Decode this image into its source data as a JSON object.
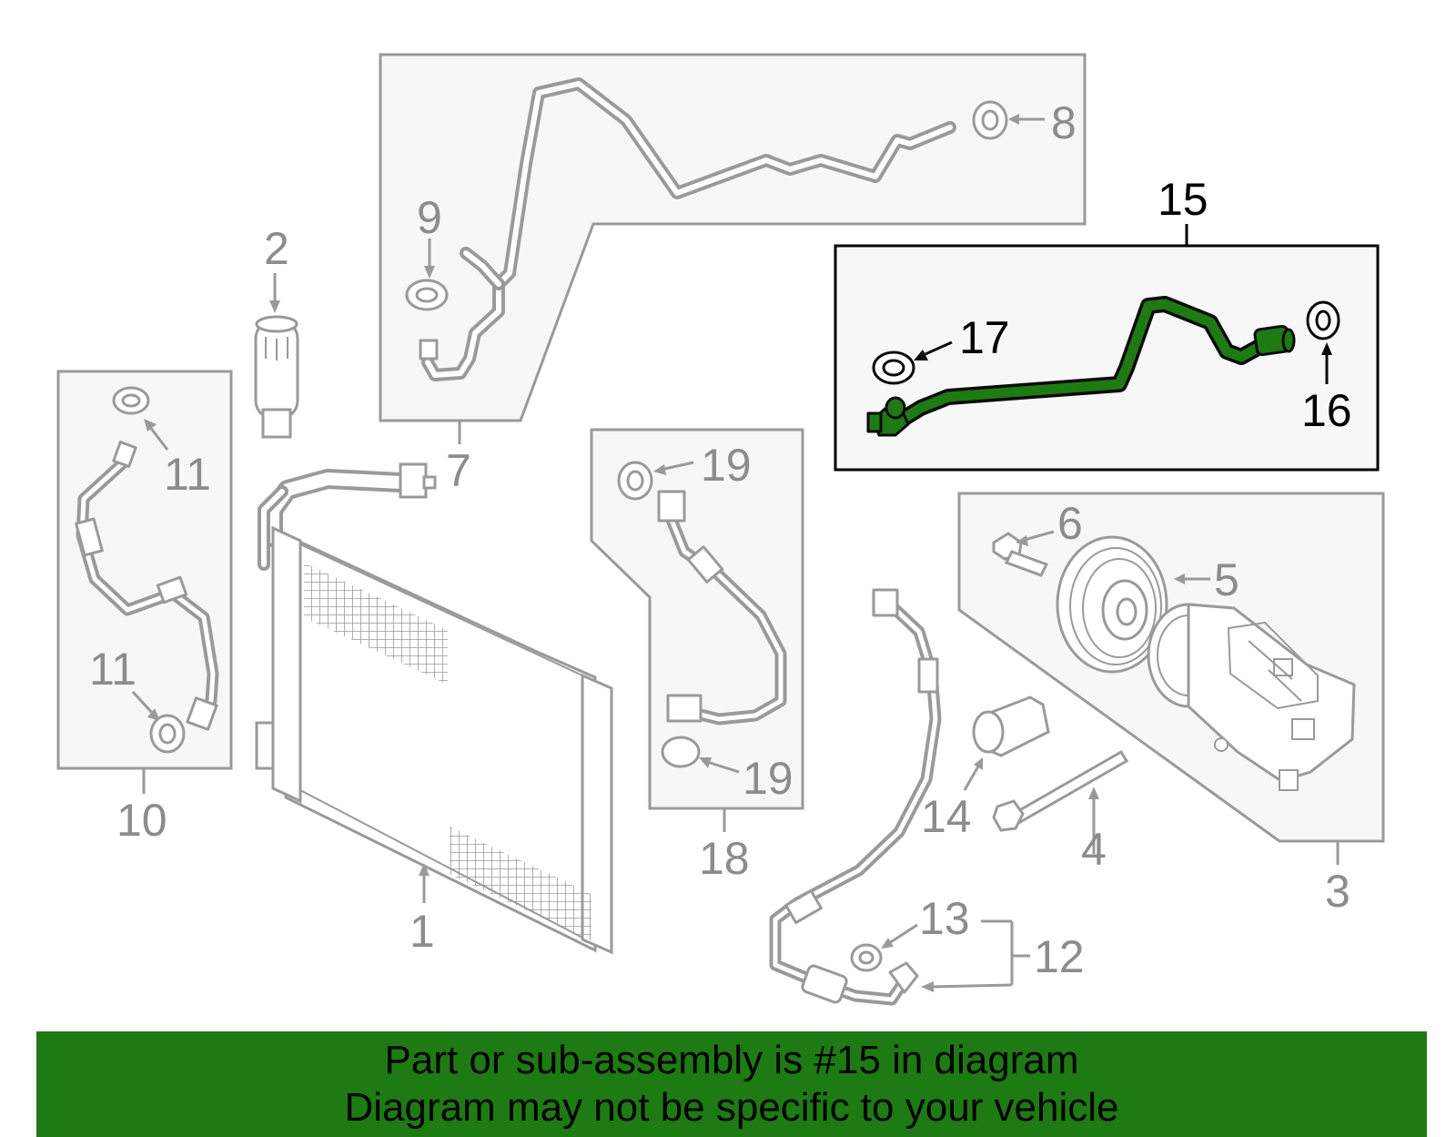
{
  "diagram": {
    "highlighted_part": "15",
    "colors": {
      "line": "#9a9a9a",
      "box_fill": "#f7f7f7",
      "highlight_fill": "#1e7a12",
      "highlight_stroke": "#0b0b0b",
      "banner": "#1e7a12"
    },
    "callouts": {
      "c1": "1",
      "c2": "2",
      "c3": "3",
      "c4": "4",
      "c5": "5",
      "c6": "6",
      "c7": "7",
      "c8": "8",
      "c9": "9",
      "c10": "10",
      "c11a": "11",
      "c11b": "11",
      "c12": "12",
      "c13": "13",
      "c14": "14",
      "c15": "15",
      "c16": "16",
      "c17": "17",
      "c18": "18",
      "c19a": "19",
      "c19b": "19"
    }
  },
  "banner": {
    "line1": "Part or sub-assembly is #15 in diagram",
    "line2": "Diagram may not be specific to your vehicle"
  }
}
